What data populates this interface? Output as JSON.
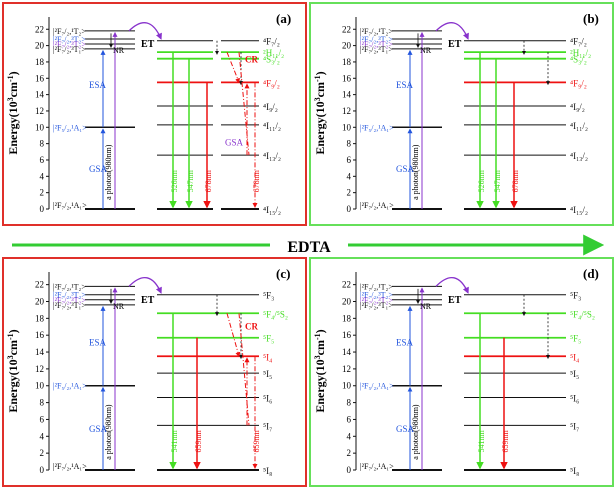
{
  "ytitle": "Energy(10³cm⁻¹)",
  "ytitle_base": "Energy(10",
  "ytitle_sup1": "3",
  "ytitle_mid": "cm",
  "ytitle_sup2": "-1",
  "ytitle_end": ")",
  "yticks": [
    "0",
    "2",
    "4",
    "6",
    "8",
    "10",
    "12",
    "14",
    "16",
    "18",
    "20",
    "22"
  ],
  "middle_label": "EDTA",
  "labels": {
    "et": "ET",
    "nr": "NR",
    "esa": "ESA",
    "gsa": "GSA",
    "cr": "CR",
    "photon": "a photon(980nm)"
  },
  "yb_states": {
    "top": [
      "|²F₇/₂,¹T₂>",
      "|²F₇/₂,³T₂>",
      "|²F₇/₂,³T₂>",
      "|²F₇/₂,³T₁>"
    ],
    "mid": "|²F₅/₂,¹A₁>",
    "ground": "|²F₇/₂,¹A₁>"
  },
  "panels": [
    {
      "id": "a",
      "letter": "(a)",
      "border": "#e0302a",
      "ion": "Er",
      "levels": [
        "⁴F₇/₂",
        "²H₁₁/₂",
        "⁴S₃/₂",
        "⁴F₉/₂",
        "⁴I₉/₂",
        "⁴I₁₁/₂",
        "⁴I₁₃/₂",
        "⁴I₁₅/₂"
      ],
      "emissions": [
        "526nm",
        "547nm",
        "678nm",
        "678nm"
      ]
    },
    {
      "id": "b",
      "letter": "(b)",
      "border": "#66e05a",
      "ion": "Er",
      "levels": [
        "⁴F₇/₂",
        "²H₁₁/₂",
        "⁴S₃/₂",
        "⁴F₉/₂",
        "⁴I₉/₂",
        "⁴I₁₁/₂",
        "⁴I₁₃/₂",
        "⁴I₁₅/₂"
      ],
      "emissions": [
        "526nm",
        "547nm",
        "678nm"
      ]
    },
    {
      "id": "c",
      "letter": "(c)",
      "border": "#e0302a",
      "ion": "Ho",
      "levels": [
        "⁵F₃",
        "⁵F₄/⁵S₂",
        "⁵F₅",
        "⁵I₄",
        "⁵I₅",
        "⁵I₆",
        "⁵I₇",
        "⁵I₈"
      ],
      "emissions": [
        "541nm",
        "659nm",
        "659nm"
      ]
    },
    {
      "id": "d",
      "letter": "(d)",
      "border": "#66e05a",
      "ion": "Ho",
      "levels": [
        "⁵F₃",
        "⁵F₄/⁵S₂",
        "⁵F₅",
        "⁵I₄",
        "⁵I₅",
        "⁵I₆",
        "⁵I₇",
        "⁵I₈"
      ],
      "emissions": [
        "541nm",
        "659nm"
      ]
    }
  ],
  "colors": {
    "green": "#44dd22",
    "red": "#ee1111",
    "blue": "#2255dd",
    "purple": "#8833cc",
    "arrow_green": "#33cc33",
    "ybpurple": "#9933cc"
  }
}
